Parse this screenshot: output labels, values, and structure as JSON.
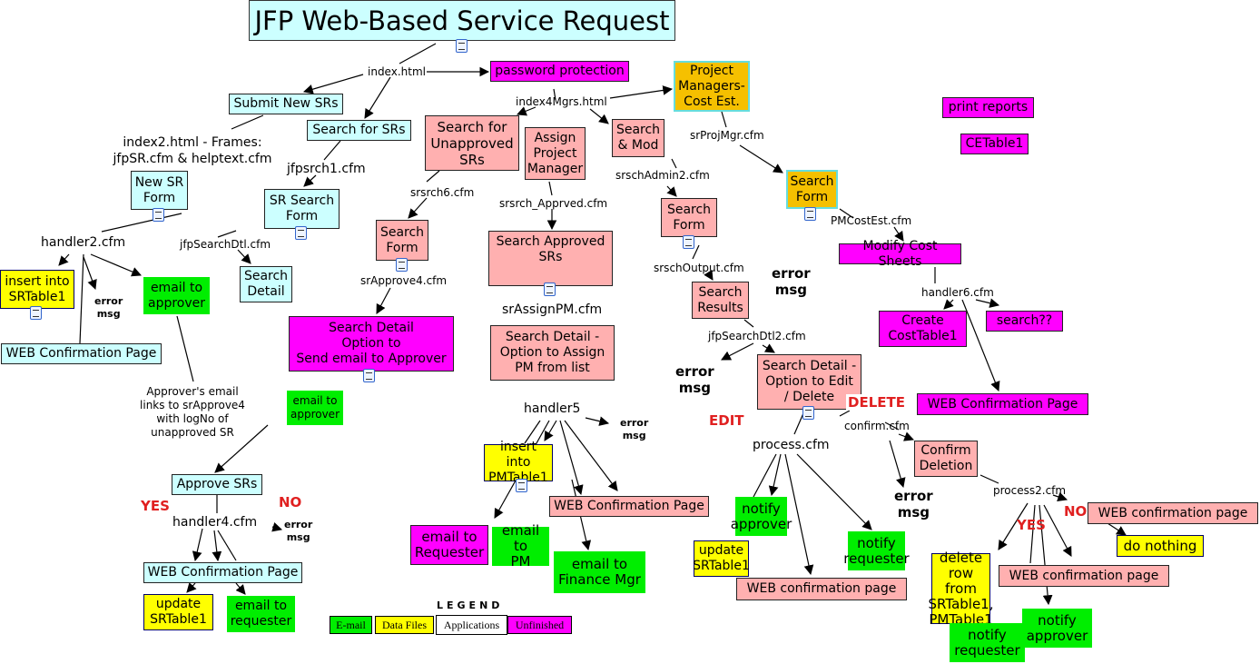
{
  "title": "JFP Web-Based Service Request",
  "colors": {
    "application": "#ccffff",
    "pending": "#ffb0b0",
    "unfinished": "#ff00ff",
    "data_file": "#ffff00",
    "email": "#00ee00",
    "project_manager": "#f5c000",
    "label_red": "#e02020"
  },
  "labels": {
    "index_html": "index.html",
    "index4mgrs": "index4Mgrs.html",
    "index2_line1": "index2.html - Frames:",
    "index2_line2": "jfpSR.cfm & helptext.cfm",
    "srprojmgr": "srProjMgr.cfm",
    "jfpsrch1": "jfpsrch1.cfm",
    "srsrch6": "srsrch6.cfm",
    "srschadmin2": "srschAdmin2.cfm",
    "srsrch_apprved": "srsrch_Apprved.cfm",
    "pmcostest": "PMCostEst.cfm",
    "handler2": "handler2.cfm",
    "jfpsearchdtl": "jfpSearchDtl.cfm",
    "srschoutput": "srschOutput.cfm",
    "srapprove4": "srApprove4.cfm",
    "handler6": "handler6.cfm",
    "srassignpm": "srAssignPM.cfm",
    "jfpsearchdtl2": "jfpSearchDtl2.cfm",
    "approver_email_note": [
      "Approver's email",
      "links to srApprove4",
      "with logNo of",
      "unapproved SR"
    ],
    "handler5": "handler5",
    "confirm": "confirm.cfm",
    "process": "process.cfm",
    "process2": "process2.cfm",
    "handler4": "handler4.cfm",
    "error_msg": [
      "error",
      "msg"
    ],
    "delete": "DELETE",
    "edit": "EDIT",
    "yes": "YES",
    "no": "NO"
  },
  "nodes": {
    "password_protection": "password protection",
    "submit_new_srs": "Submit New SRs",
    "search_for_srs": "Search for SRs",
    "project_managers": [
      "Project",
      "Managers-",
      "Cost Est."
    ],
    "search_unapproved": [
      "Search for",
      "Unapproved",
      "SRs"
    ],
    "assign_pm": [
      "Assign",
      "Project",
      "Manager"
    ],
    "search_mod": [
      "Search",
      "& Mod"
    ],
    "print_reports": "print reports",
    "cetable1": "CETable1",
    "new_sr_form": [
      "New SR",
      "Form"
    ],
    "search_form_orange": [
      "Search",
      "Form"
    ],
    "sr_search_form": [
      "SR Search",
      "Form"
    ],
    "search_form_admin": [
      "Search",
      "Form"
    ],
    "search_form_approve": [
      "Search",
      "Form"
    ],
    "search_approved": [
      "Search Approved",
      "SRs"
    ],
    "modify_cost_sheets": "Modify Cost Sheets",
    "insert_srtable1": [
      "insert into",
      "SRTable1"
    ],
    "email_to_approver_1": [
      "email to",
      "approver"
    ],
    "search_detail": [
      "Search",
      "Detail"
    ],
    "search_results": [
      "Search",
      "Results"
    ],
    "create_costtable1": [
      "Create",
      "CostTable1"
    ],
    "search_qq": "search??",
    "search_detail_send": [
      "Search Detail",
      "Option to",
      "Send email to Approver"
    ],
    "search_detail_assign": [
      "Search Detail -",
      "Option to Assign",
      "PM from list"
    ],
    "web_conf_1": "WEB Confirmation Page",
    "search_detail_edit": [
      "Search Detail -",
      "Option to Edit",
      "/ Delete"
    ],
    "web_conf_mg": "WEB Confirmation Page",
    "email_to_approver_2": [
      "email to",
      "approver"
    ],
    "insert_pmtable1": [
      "insert into",
      "PMTable1"
    ],
    "confirm_deletion": [
      "Confirm",
      "Deletion"
    ],
    "approve_srs": "Approve SRs",
    "web_conf_pm": "WEB Confirmation Page",
    "notify_approver_1": [
      "notify",
      "approver"
    ],
    "web_conf_no": "WEB confirmation page",
    "notify_requester_1": [
      "notify",
      "requester"
    ],
    "do_nothing": "do nothing",
    "email_requester": [
      "email to",
      "Requester"
    ],
    "email_pm": [
      "email to",
      "PM"
    ],
    "update_srtable1_1": [
      "update",
      "SRTable1"
    ],
    "delete_row": [
      "delete",
      "row from",
      "SRTable1,",
      "PMTable1"
    ],
    "email_finance": [
      "email to",
      "Finance Mgr"
    ],
    "web_conf_yes": "WEB confirmation page",
    "web_conf_approve": "WEB Confirmation Page",
    "web_conf_edit": "WEB confirmation page",
    "update_srtable1_2": [
      "update",
      "SRTable1"
    ],
    "email_requester_2": [
      "email to",
      "requester"
    ],
    "notify_approver_2": [
      "notify",
      "approver"
    ],
    "notify_requester_2": [
      "notify",
      "requester"
    ]
  },
  "legend": {
    "title": "LEGEND",
    "items": [
      {
        "label": "E-mail",
        "color": "#00ee00"
      },
      {
        "label": "Data Files",
        "color": "#ffff00"
      },
      {
        "label": "Applications",
        "color": "#ffffff"
      },
      {
        "label": "Unfinished",
        "color": "#ff00ff"
      }
    ]
  }
}
